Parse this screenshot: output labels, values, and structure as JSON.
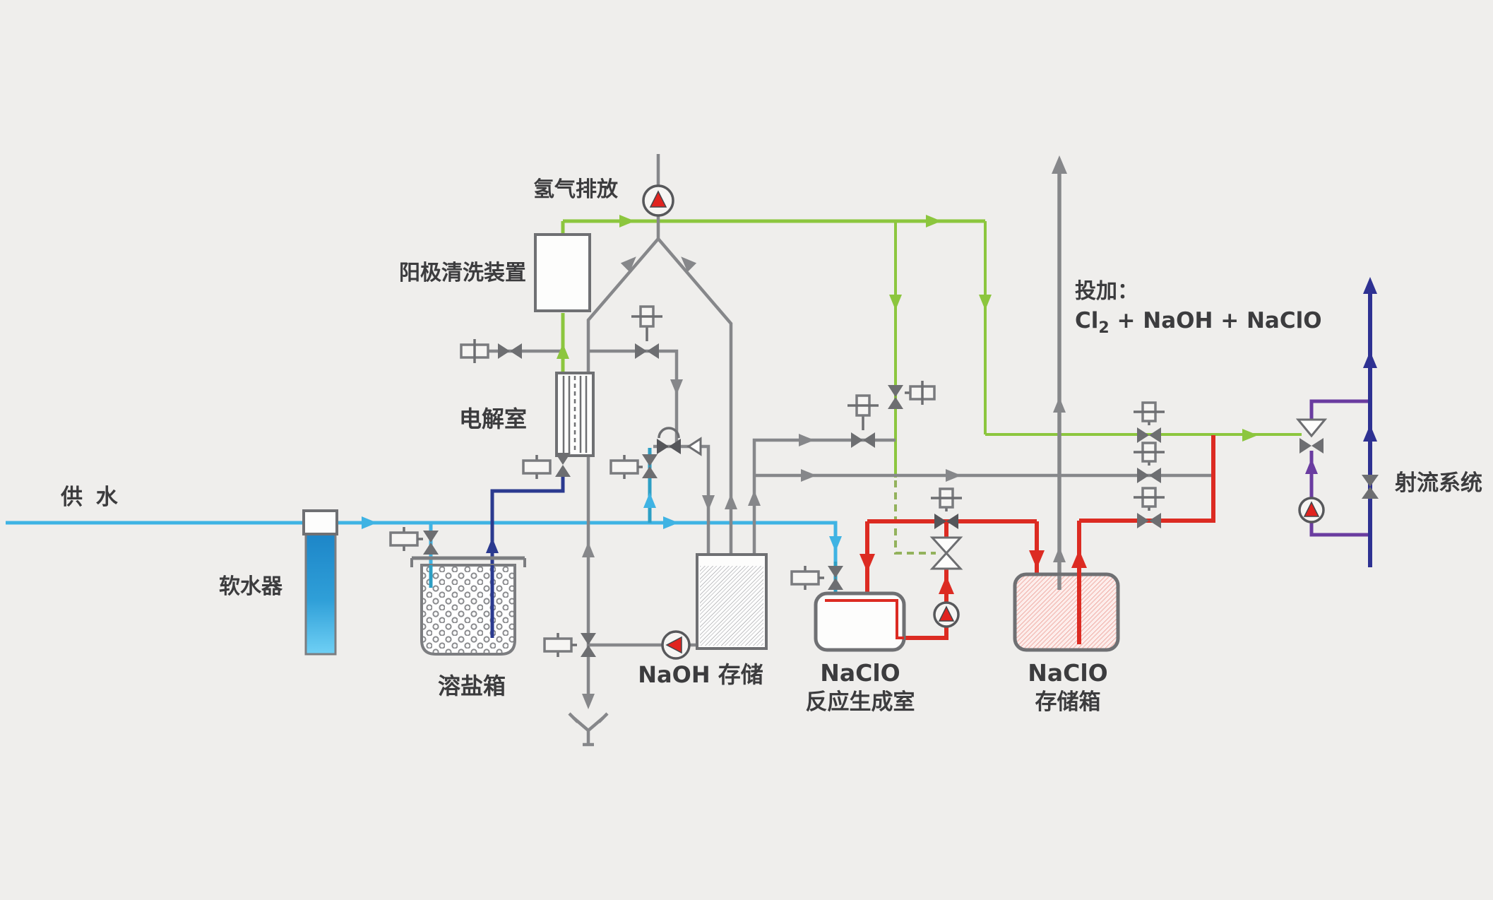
{
  "page": {
    "type": "process-flow-diagram",
    "subject": "electrolytic sodium hypochlorite generation system",
    "background_color": "#efeeec"
  },
  "labels": {
    "water_supply": "供 水",
    "softener": "软水器",
    "salt_tank": "溶盐箱",
    "electrolysis_cell": "电解室",
    "anode_cleaning": "阳极清洗装置",
    "hydrogen_vent": "氢气排放",
    "naoh_storage": "NaOH 存储",
    "naclo_reactor_line1": "NaClO",
    "naclo_reactor_line2": "反应生成室",
    "naclo_storage_line1": "NaClO",
    "naclo_storage_line2": "存储箱",
    "dosing_title": "投加：",
    "dosing_formula_cl": "Cl",
    "dosing_formula_sub": "2",
    "dosing_formula_rest": " + NaOH + NaClO",
    "jet_system": "射流系统"
  },
  "colors": {
    "raw_water_line": "#3fb3e3",
    "brine_line": "#2b3a8f",
    "gas_line": "#8cc63e",
    "process_line": "#86878a",
    "hypochlorite_line": "#dc2b22",
    "dosing_line": "#6a3ca0",
    "jet_line": "#2e3192",
    "pump_accent": "#e0231f",
    "equipment_outline": "#6f7073",
    "text": "#3c3c3e"
  },
  "components": [
    {
      "id": "softener",
      "label_key": "softener",
      "kind": "vessel"
    },
    {
      "id": "salt-dissolving-tank",
      "label_key": "salt_tank",
      "kind": "open-basket-tank"
    },
    {
      "id": "electrolysis-cell",
      "label_key": "electrolysis_cell",
      "kind": "electrolyzer"
    },
    {
      "id": "anode-cleaning-unit",
      "label_key": "anode_cleaning",
      "kind": "vessel"
    },
    {
      "id": "hydrogen-vent-blower",
      "label_key": "hydrogen_vent",
      "kind": "blower"
    },
    {
      "id": "naoh-storage-tank",
      "label_key": "naoh_storage",
      "kind": "hatched-tank"
    },
    {
      "id": "naclo-reaction-chamber",
      "label_key": "naclo_reactor_line1",
      "kind": "rounded-vessel"
    },
    {
      "id": "naclo-storage-tank",
      "label_key": "naclo_storage_line1",
      "kind": "hatched-rounded-tank"
    },
    {
      "id": "jet-dosing-system",
      "label_key": "jet_system",
      "kind": "eductor-line"
    }
  ],
  "flows": [
    {
      "name": "raw-water",
      "color": "#3fb3e3"
    },
    {
      "name": "brine",
      "color": "#2b3a8f"
    },
    {
      "name": "hydrogen-chlorine-gas",
      "color": "#8cc63e"
    },
    {
      "name": "process-transfer",
      "color": "#86878a"
    },
    {
      "name": "sodium-hypochlorite",
      "color": "#dc2b22"
    },
    {
      "name": "dosing-discharge",
      "color": "#6a3ca0"
    },
    {
      "name": "jet-motive-water",
      "color": "#2e3192"
    }
  ]
}
